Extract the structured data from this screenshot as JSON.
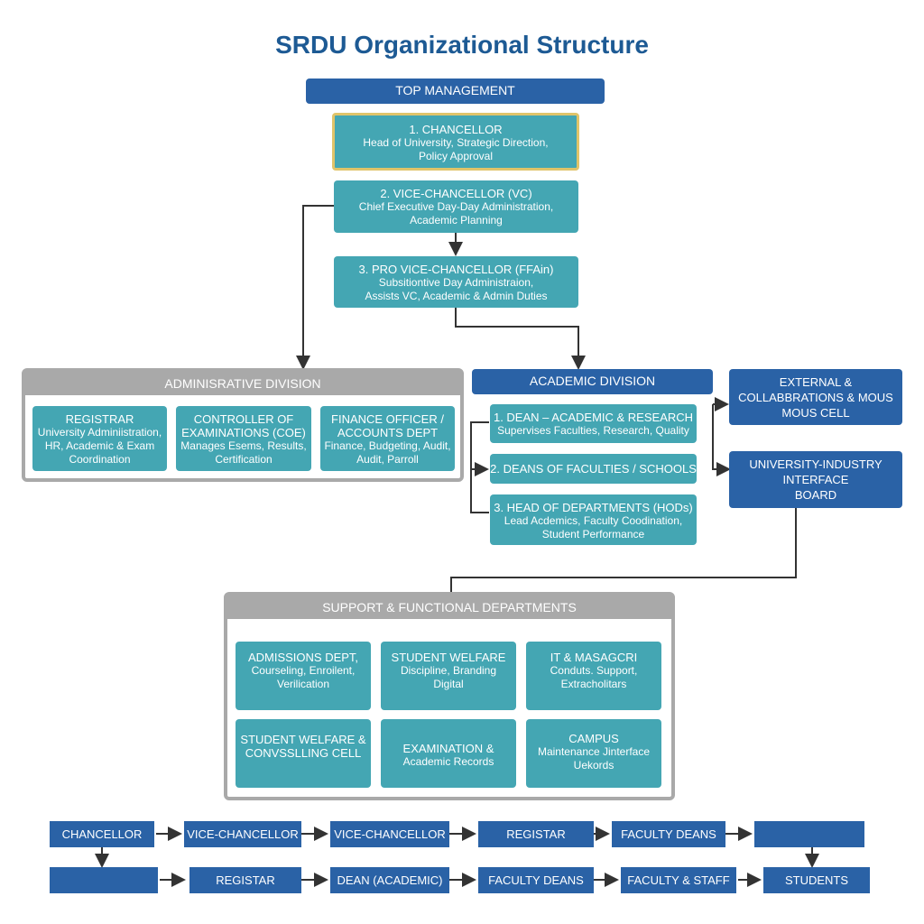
{
  "title": "SRDU Organizational Structure",
  "top_management": "TOP MANAGEMENT",
  "chancellor": {
    "title": "1. CHANCELLOR",
    "lines": [
      "Head of University, Strategic Direction,",
      "Policy Approval"
    ]
  },
  "vice_chancellor": {
    "title": "2. VICE-CHANCELLOR (VC)",
    "lines": [
      "Chief Executive  Day-Day Administration,",
      "Academic Planning"
    ]
  },
  "pro_vice_chancellor": {
    "title": "3. PRO VICE-CHANCELLOR (FFAin)",
    "lines": [
      "Subsitiontive Day Administraion,",
      "Assists VC, Academic & Admin Duties"
    ]
  },
  "admin_division": {
    "heading": "ADMINISRATIVE DIVISION",
    "boxes": [
      {
        "title": "REGISTRAR",
        "lines": [
          "University Adminiistration,",
          "HR, Academic & Exam",
          "Coordination"
        ]
      },
      {
        "title": "CONTROLLER OF",
        "title2": "EXAMINATIONS (COE)",
        "lines": [
          "Manages Esems, Results,",
          "Certification"
        ]
      },
      {
        "title": "FINANCE OFFICER /",
        "title2": "ACCOUNTS DEPT",
        "lines": [
          "Finance, Budgeting, Audit,",
          "Audit, Parroll"
        ]
      }
    ]
  },
  "academic_division": {
    "heading": "ACADEMIC DIVISION",
    "boxes": [
      {
        "title": "1.   DEAN – ACADEMIC & RESEARCH",
        "lines": [
          "Supervises Faculties, Research, Quality"
        ]
      },
      {
        "title": "2. DEANS OF FACULTIES / SCHOOLS",
        "lines": []
      },
      {
        "title": "3.  HEAD OF DEPARTMENTS (HODs)",
        "lines": [
          "Lead Acdemics, Faculty Coodination,",
          "Student Performance"
        ]
      }
    ]
  },
  "external_cell": {
    "lines": [
      "EXTERNAL &",
      "COLLABBRATIONS & MOUS",
      "MOUS CELL"
    ]
  },
  "industry_board": {
    "lines": [
      "UNIVERSITY-INDUSTRY",
      "INTERFACE",
      "BOARD"
    ]
  },
  "support": {
    "heading": "SUPPORT & FUNCTIONAL DEPARTMENTS",
    "boxes": [
      {
        "lines": [
          "ADMISSIONS DEPT,",
          "Courseling, Enroilent,",
          "Verilication"
        ]
      },
      {
        "lines": [
          "STUDENT WELFARE",
          "Discipline, Branding",
          "Digital"
        ]
      },
      {
        "lines": [
          "IT & MASAGCRI",
          "Conduts. Support,",
          "Extracholitars"
        ]
      },
      {
        "lines": [
          "STUDENT WELFARE &",
          "CONVSSLLING CELL"
        ]
      },
      {
        "lines": [
          "EXAMINATION &",
          "Academic Records"
        ]
      },
      {
        "lines": [
          "CAMPUS",
          "Maintenance Jinterface",
          "Uekords"
        ]
      }
    ]
  },
  "flow_row1": [
    "CHANCELLOR",
    "VICE-CHANCELLOR",
    "VICE-CHANCELLOR",
    "REGISTAR",
    "FACULTY DEANS",
    ""
  ],
  "flow_row2": [
    "",
    "REGISTAR",
    "DEAN (ACADEMIC)",
    "FACULTY DEANS",
    "FACULTY & STAFF",
    "STUDENTS"
  ],
  "colors": {
    "title": "#1d5a94",
    "navy": "#2a62a6",
    "teal": "#44a6b3",
    "gold": "#e0c46a",
    "grey": "#a9a9a9"
  }
}
